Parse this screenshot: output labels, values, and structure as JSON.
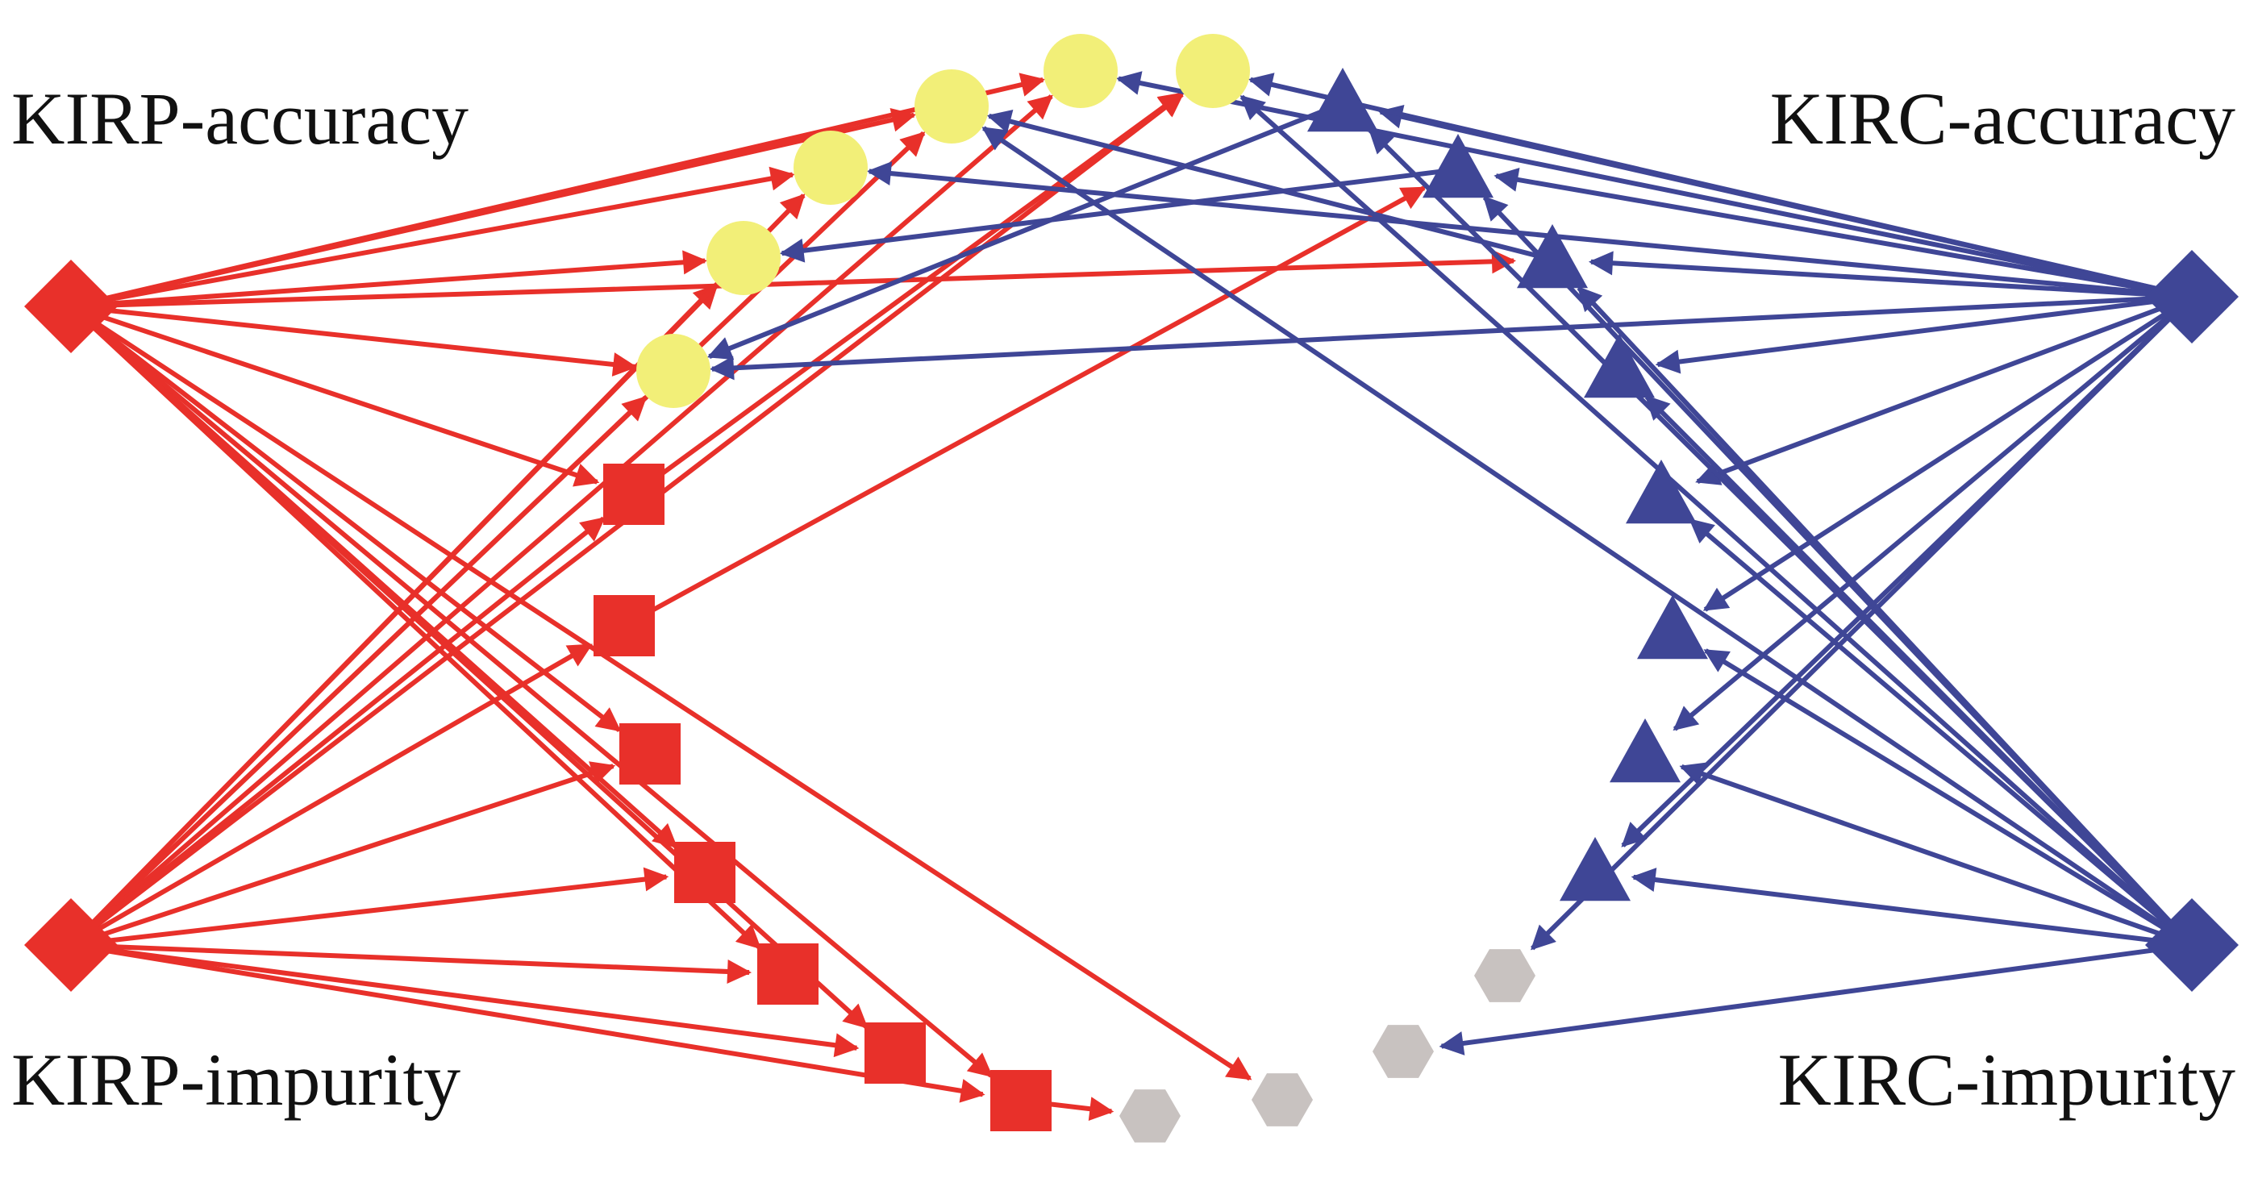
{
  "labels": {
    "kirp_accuracy": "KIRP-accuracy",
    "kirc_accuracy": "KIRC-accuracy",
    "kirp_impurity": "KIRP-impurity",
    "kirc_impurity": "KIRC-impurity"
  },
  "colors": {
    "kirp": "#e8302a",
    "kirc": "#3f4696",
    "shared": "#f2ef78",
    "unique": "#c8c2c0"
  },
  "node_kinds": {
    "source": "diamond",
    "kirp_feature": "square",
    "kirc_feature": "triangle",
    "shared_feature": "circle",
    "other_feature": "hexagon"
  },
  "edges_summary": {
    "kirp": "red directed edges from KIRP-accuracy and KIRP-impurity",
    "kirc": "blue directed edges from KIRC-accuracy and KIRC-impurity"
  }
}
